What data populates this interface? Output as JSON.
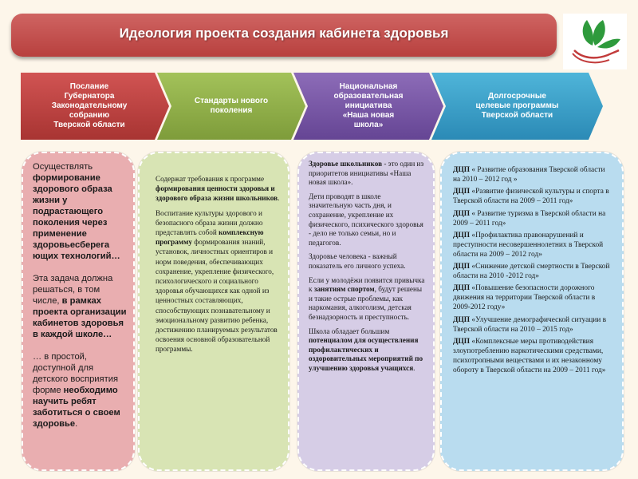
{
  "title": "Идеология проекта создания кабинета здоровья",
  "arrows": [
    {
      "label": "Послание\nГубернатора\nЗаконодательному\nсобранию\nТверской области"
    },
    {
      "label": "Стандарты нового\nпоколения"
    },
    {
      "label": "Национальная\nобразовательная\nинициатива\n«Наша новая\nшкола»"
    },
    {
      "label": "Долгосрочные\nцелевые программы\nТверской области"
    }
  ],
  "box1": {
    "p1_a": "Осуществлять ",
    "p1_b": "формирование",
    "p1_c": " здорового образа жизни у подрастающего поколения через применение здоровьесберега ющих технологий…",
    "p2_a": "Эта задача должна решаться, в том числе, ",
    "p2_b": "в рамках проекта организации кабинетов здоровья в каждой школе…",
    "p3_a": "… в простой, доступной для детского восприятия форме ",
    "p3_b": "необходимо научить ребят заботиться о своем здоровье",
    "p3_c": "."
  },
  "box2": {
    "p1_a": "Содержат требования к программе ",
    "p1_b": "формирования ценности здоровья и здорового образа жизни школьников",
    "p1_c": ".",
    "p2_a": "Воспитание культуры здорового и безопасного образа жизни должно представлять собой ",
    "p2_b": "комплексную программу",
    "p2_c": " формирования знаний, установок, личностных ориентиров и норм поведения, обеспечивающих сохранение, укрепление физического, психологического и социального здоровья обучающихся как одной из ценностных составляющих, способствующих познавательному и эмоциональному развитию ребенка, достижению планируемых результатов освоения основной образовательной программы."
  },
  "box3": {
    "p1_a": "Здоровье школьников",
    "p1_b": " - это один из приоритетов инициативы «Наша новая школа».",
    "p2": "Дети проводят в школе значительную часть дня, и сохранение, укрепление их физического, психического здоровья - дело не только семьи, но и педагогов.",
    "p3": "Здоровье человека - важный показатель его личного успеха.",
    "p4_a": "Если у молодёжи появится привычка к ",
    "p4_b": "занятиям спортом",
    "p4_c": ", будут решены и такие острые проблемы, как наркомания, алкоголизм, детская безнадзорность и преступность.",
    "p5_a": "Школа обладает большим ",
    "p5_b": "потенциалом для осуществления профилактических и оздоровительных мероприятий по улучшению здоровья учащихся",
    "p5_c": "."
  },
  "box4": {
    "items": [
      {
        "tag": "ДЦП",
        "text": " « Развитие образования Тверской области на 2010 – 2012 год »"
      },
      {
        "tag": "ДЦП",
        "text": " «Развитие физической культуры и спорта в Тверской области на 2009 – 2011 год»"
      },
      {
        "tag": "ДЦП",
        "text": " « Развитие туризма в Тверской области на 2009 – 2011 год»"
      },
      {
        "tag": "ДЦП",
        "text": " «Профилактика правонарушений и преступности несовершеннолетних в Тверской области на 2009 – 2012 год»"
      },
      {
        "tag": "ДЦП",
        "text": " «Снижение детской смертности в Тверской области на 2010 -2012 год»"
      },
      {
        "tag": "ДЦП",
        "text": " «Повышение безопасности дорожного движения на территории Тверской области в 2009-2012 году»"
      },
      {
        "tag": "ДЦП",
        "text": " «Улучшение демографической ситуации в Тверской области на 2010 – 2015 год»"
      },
      {
        "tag": "ДЦП",
        "text": " «Комплексные меры противодействия злоупотреблению наркотическими средствами, психотропными веществами и их незаконному обороту в Тверской области на 2009 – 2011 год»"
      }
    ]
  }
}
